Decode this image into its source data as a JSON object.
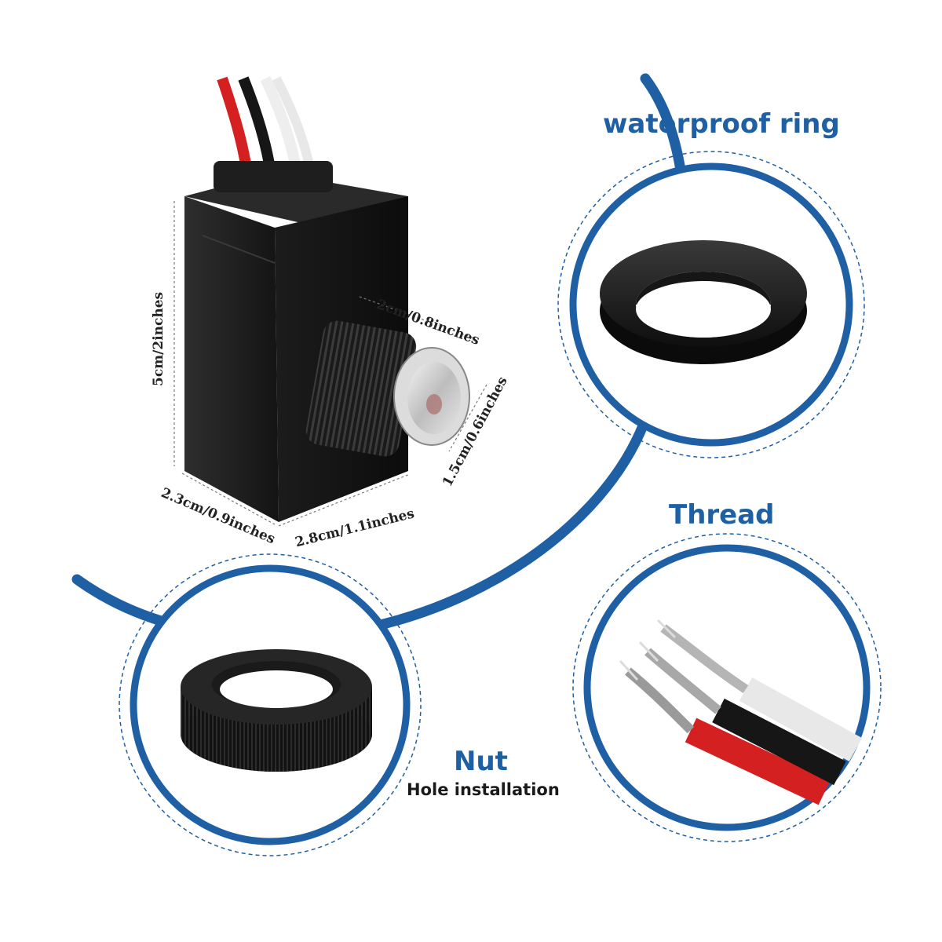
{
  "labels": {
    "waterproof_ring": "waterproof ring",
    "thread": "Thread",
    "nut": "Nut",
    "nut_subtitle": "Hole installation"
  },
  "dimensions": {
    "height": "5cm/2inches",
    "lens_length": "2cm/0.8inches",
    "lens_diameter": "1.5cm/0.6inches",
    "depth": "2.3cm/0.9inches",
    "width": "2.8cm/1.1inches"
  },
  "colors": {
    "accent_blue": "#1f5fa3",
    "wire_red": "#d42020",
    "wire_black": "#161616",
    "wire_white": "#f2f2f2"
  },
  "icons": [
    "photocell-sensor-icon",
    "waterproof-ring-icon",
    "nut-icon",
    "stripped-wires-icon"
  ]
}
